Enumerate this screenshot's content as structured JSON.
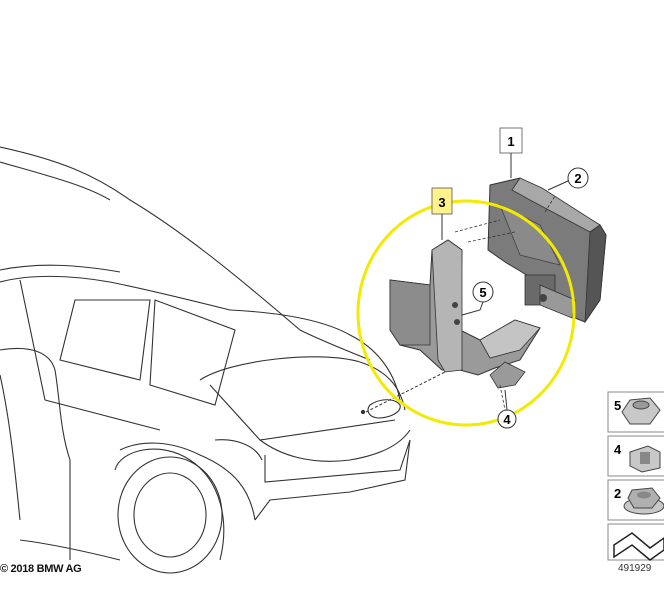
{
  "diagram": {
    "copyright": "© 2018 BMW AG",
    "doc_number": "491929",
    "callouts": [
      {
        "id": "1",
        "label": "1"
      },
      {
        "id": "2",
        "label": "2"
      },
      {
        "id": "3",
        "label": "3"
      },
      {
        "id": "4",
        "label": "4"
      },
      {
        "id": "5",
        "label": "5"
      }
    ],
    "legend": [
      {
        "label": "5"
      },
      {
        "label": "4"
      },
      {
        "label": "2"
      }
    ],
    "highlight_color": "#f2ea00",
    "callout3_highlight": "#fff28a"
  }
}
